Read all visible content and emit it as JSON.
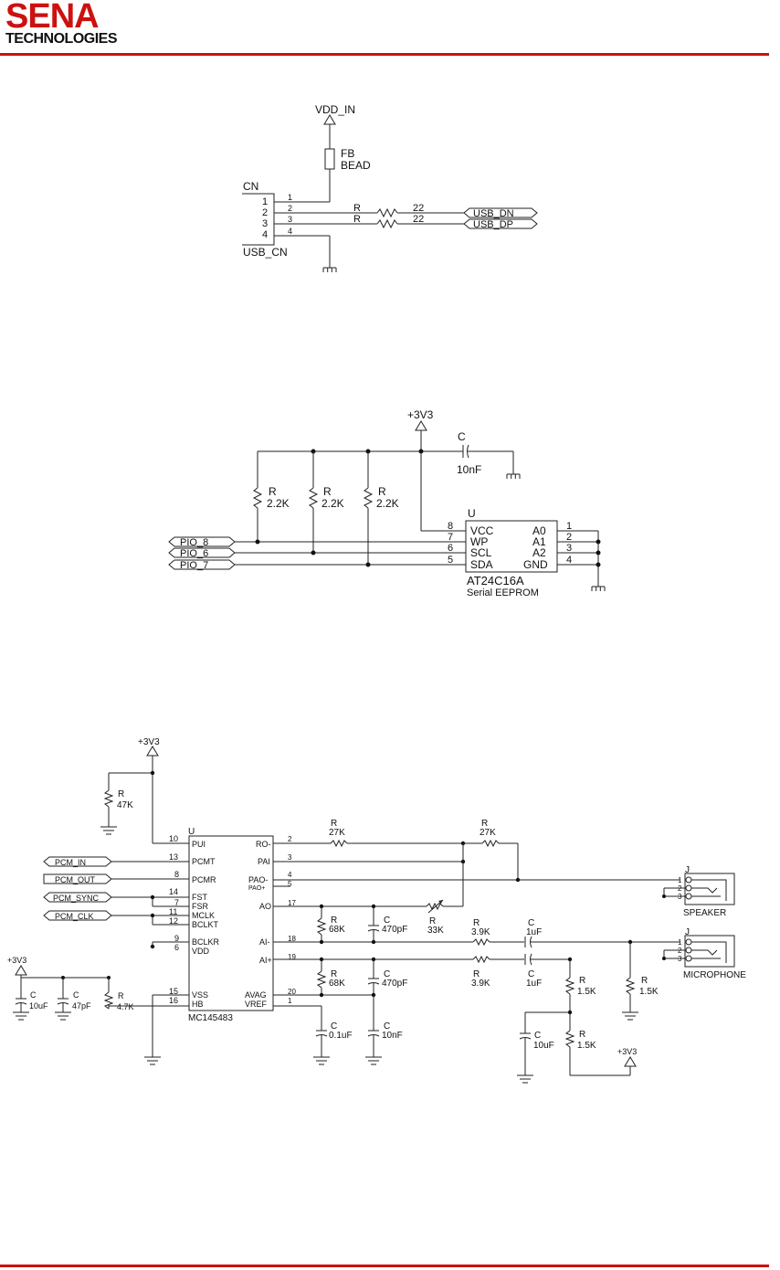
{
  "header": {
    "logo_main": "SENA",
    "logo_sub": "TECHNOLOGIES",
    "accent_color": "#cc1111"
  },
  "usb_circuit": {
    "power_label": "VDD_IN",
    "bead_label": "FB",
    "bead_value": "BEAD",
    "connector_ref": "CN",
    "connector_name": "USB_CN",
    "pins": [
      "1",
      "2",
      "3",
      "4"
    ],
    "resistor_ref": "R",
    "resistor_value": "22",
    "signals": [
      "USB_DN",
      "USB_DP"
    ]
  },
  "eeprom_circuit": {
    "power_label": "+3V3",
    "cap_ref": "C",
    "cap_value": "10nF",
    "resistors": [
      {
        "ref": "R",
        "value": "2.2K"
      },
      {
        "ref": "R",
        "value": "2.2K"
      },
      {
        "ref": "R",
        "value": "2.2K"
      }
    ],
    "ic_ref": "U",
    "ic_name": "AT24C16A",
    "ic_desc": "Serial EEPROM",
    "left_pins": [
      {
        "num": "8",
        "name": "VCC"
      },
      {
        "num": "7",
        "name": "WP"
      },
      {
        "num": "6",
        "name": "SCL"
      },
      {
        "num": "5",
        "name": "SDA"
      }
    ],
    "right_pins": [
      {
        "num": "1",
        "name": "A0"
      },
      {
        "num": "2",
        "name": "A1"
      },
      {
        "num": "3",
        "name": "A2"
      },
      {
        "num": "4",
        "name": "GND"
      }
    ],
    "ports": [
      "PIO_8",
      "PIO_6",
      "PIO_7"
    ]
  },
  "codec_circuit": {
    "power_label": "+3V3",
    "ic_ref": "U",
    "ic_name": "MC145483",
    "pullup": {
      "ref": "R",
      "value": "47K"
    },
    "ports": [
      "PCM_IN",
      "PCM_OUT",
      "PCM_SYNC",
      "PCM_CLK"
    ],
    "left_pins": [
      {
        "num": "10",
        "name": "PUI"
      },
      {
        "num": "13",
        "name": "PCMT"
      },
      {
        "num": "8",
        "name": "PCMR"
      },
      {
        "num": "14",
        "name": "FST"
      },
      {
        "num": "7",
        "name": "FSR"
      },
      {
        "num": "11",
        "name": "MCLK"
      },
      {
        "num": "12",
        "name": "BCLKT"
      },
      {
        "num": "9",
        "name": "BCLKR"
      },
      {
        "num": "6",
        "name": "VDD"
      },
      {
        "num": "15",
        "name": "VSS"
      },
      {
        "num": "16",
        "name": "HB"
      }
    ],
    "right_pins": [
      {
        "num": "2",
        "name": "RO-"
      },
      {
        "num": "3",
        "name": "PAI"
      },
      {
        "num": "4",
        "name": "PAO-"
      },
      {
        "num": "5",
        "name": "PAO+"
      },
      {
        "num": "17",
        "name": "AO"
      },
      {
        "num": "18",
        "name": "AI-"
      },
      {
        "num": "19",
        "name": "AI+"
      },
      {
        "num": "20",
        "name": "AVAG"
      },
      {
        "num": "1",
        "name": "VREF"
      }
    ],
    "parts": {
      "r_ro": {
        "ref": "R",
        "value": "27K"
      },
      "r_pao": {
        "ref": "R",
        "value": "27K"
      },
      "r_ao": {
        "ref": "R",
        "value": "68K"
      },
      "c_ao": {
        "ref": "C",
        "value": "470pF"
      },
      "r_trim": {
        "ref": "R",
        "value": "33K"
      },
      "r_ain1": {
        "ref": "R",
        "value": "3.9K"
      },
      "c_ain1": {
        "ref": "C",
        "value": "1uF"
      },
      "r_ai_m": {
        "ref": "R",
        "value": "68K"
      },
      "c_ai_m": {
        "ref": "C",
        "value": "470pF"
      },
      "r_ain2": {
        "ref": "R",
        "value": "3.9K"
      },
      "c_ain2": {
        "ref": "C",
        "value": "1uF"
      },
      "c_vdd1": {
        "ref": "C",
        "value": "10uF"
      },
      "c_vdd2": {
        "ref": "C",
        "value": "47pF"
      },
      "r_hb": {
        "ref": "R",
        "value": "4.7K"
      },
      "c_vref1": {
        "ref": "C",
        "value": "0.1uF"
      },
      "c_vref2": {
        "ref": "C",
        "value": "10nF"
      },
      "r_bias1": {
        "ref": "R",
        "value": "1.5K"
      },
      "r_bias2": {
        "ref": "R",
        "value": "1.5K"
      },
      "r_bias3": {
        "ref": "R",
        "value": "1.5K"
      },
      "c_bias": {
        "ref": "C",
        "value": "10uF"
      }
    },
    "jacks": [
      {
        "ref": "J",
        "name": "SPEAKER",
        "pins": [
          "1",
          "2",
          "3"
        ]
      },
      {
        "ref": "J",
        "name": "MICROPHONE",
        "pins": [
          "1",
          "2",
          "3"
        ]
      }
    ]
  }
}
